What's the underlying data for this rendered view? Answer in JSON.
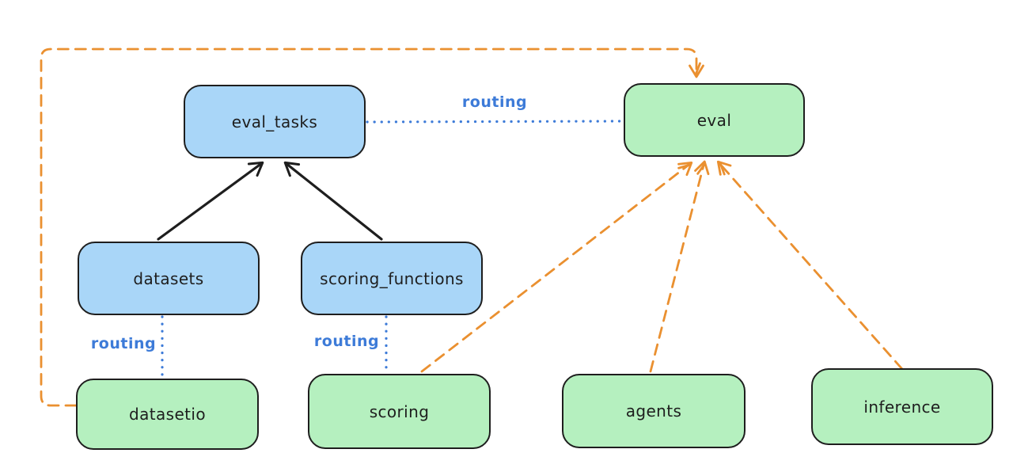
{
  "nodes": {
    "eval_tasks": {
      "label": "eval_tasks",
      "fill": "#a9d6f8"
    },
    "eval": {
      "label": "eval",
      "fill": "#b5f0bf"
    },
    "datasets": {
      "label": "datasets",
      "fill": "#a9d6f8"
    },
    "scoring_functions": {
      "label": "scoring_functions",
      "fill": "#a9d6f8"
    },
    "datasetio": {
      "label": "datasetio",
      "fill": "#b5f0bf"
    },
    "scoring": {
      "label": "scoring",
      "fill": "#b5f0bf"
    },
    "agents": {
      "label": "agents",
      "fill": "#b5f0bf"
    },
    "inference": {
      "label": "inference",
      "fill": "#b5f0bf"
    }
  },
  "edge_labels": {
    "routing_eval_tasks_to_eval": "routing",
    "routing_datasets_to_datasetio": "routing",
    "routing_scoring_functions_to_scoring": "routing"
  },
  "edges": [
    {
      "from": "datasets",
      "to": "eval_tasks",
      "style": "solid-black-arrow"
    },
    {
      "from": "scoring_functions",
      "to": "eval_tasks",
      "style": "solid-black-arrow"
    },
    {
      "from": "eval_tasks",
      "to": "eval",
      "style": "dotted-blue",
      "label": "routing"
    },
    {
      "from": "datasets",
      "to": "datasetio",
      "style": "dotted-blue",
      "label": "routing"
    },
    {
      "from": "scoring_functions",
      "to": "scoring",
      "style": "dotted-blue",
      "label": "routing"
    },
    {
      "from": "datasetio",
      "to": "eval",
      "style": "dashed-orange-arrow"
    },
    {
      "from": "scoring",
      "to": "eval",
      "style": "dashed-orange-arrow"
    },
    {
      "from": "agents",
      "to": "eval",
      "style": "dashed-orange-arrow"
    },
    {
      "from": "inference",
      "to": "eval",
      "style": "dashed-orange-arrow"
    }
  ],
  "colors": {
    "blue_fill": "#a9d6f8",
    "green_fill": "#b5f0bf",
    "node_stroke": "#1e1e1e",
    "black_arrow": "#1e1e1e",
    "routing_blue": "#3d7bd8",
    "orange": "#ea9030",
    "background": "#ffffff"
  }
}
